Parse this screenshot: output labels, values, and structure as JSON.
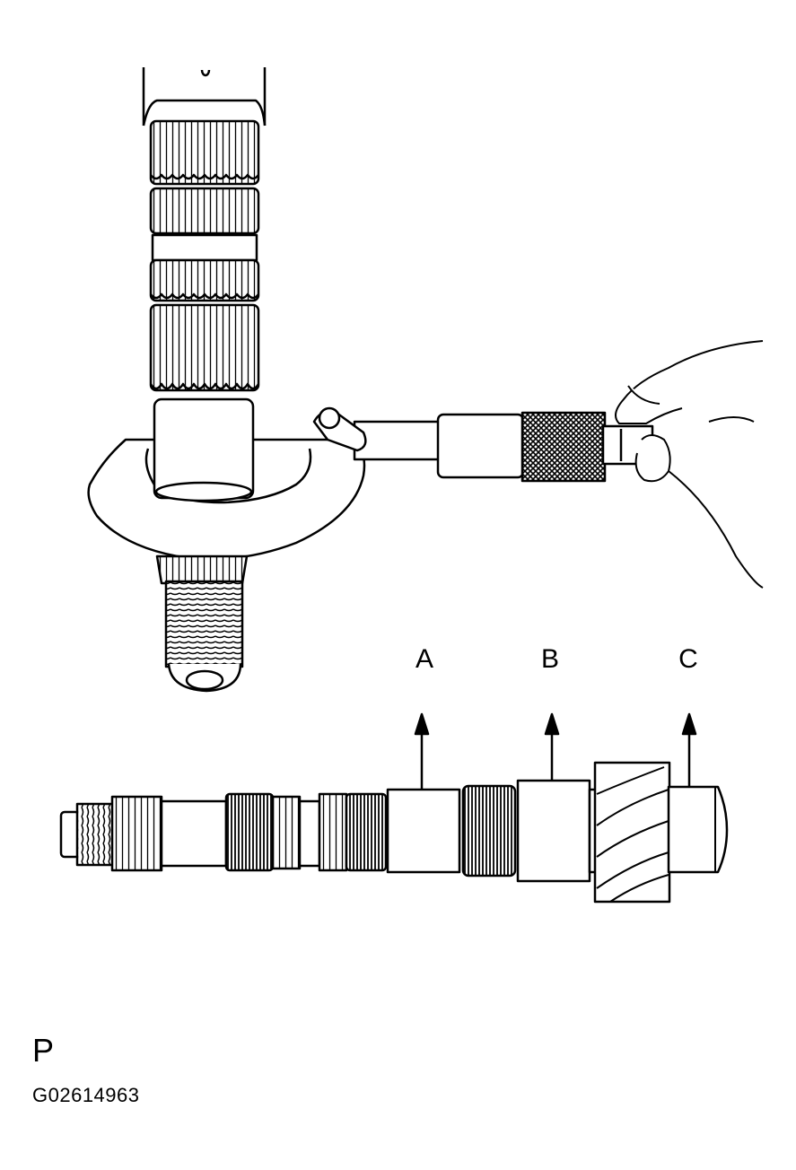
{
  "figure": {
    "code_letter": "P",
    "figure_id": "G02614963"
  },
  "callouts": [
    {
      "label": "A"
    },
    {
      "label": "B"
    },
    {
      "label": "C"
    }
  ],
  "colors": {
    "line": "#000000",
    "background": "#ffffff",
    "knurl": "#6b6b6b"
  },
  "icons": {
    "upper_view": "micrometer-measuring-shaft-illustration",
    "lower_view": "output-shaft-illustration",
    "pointers": "up-arrow"
  }
}
